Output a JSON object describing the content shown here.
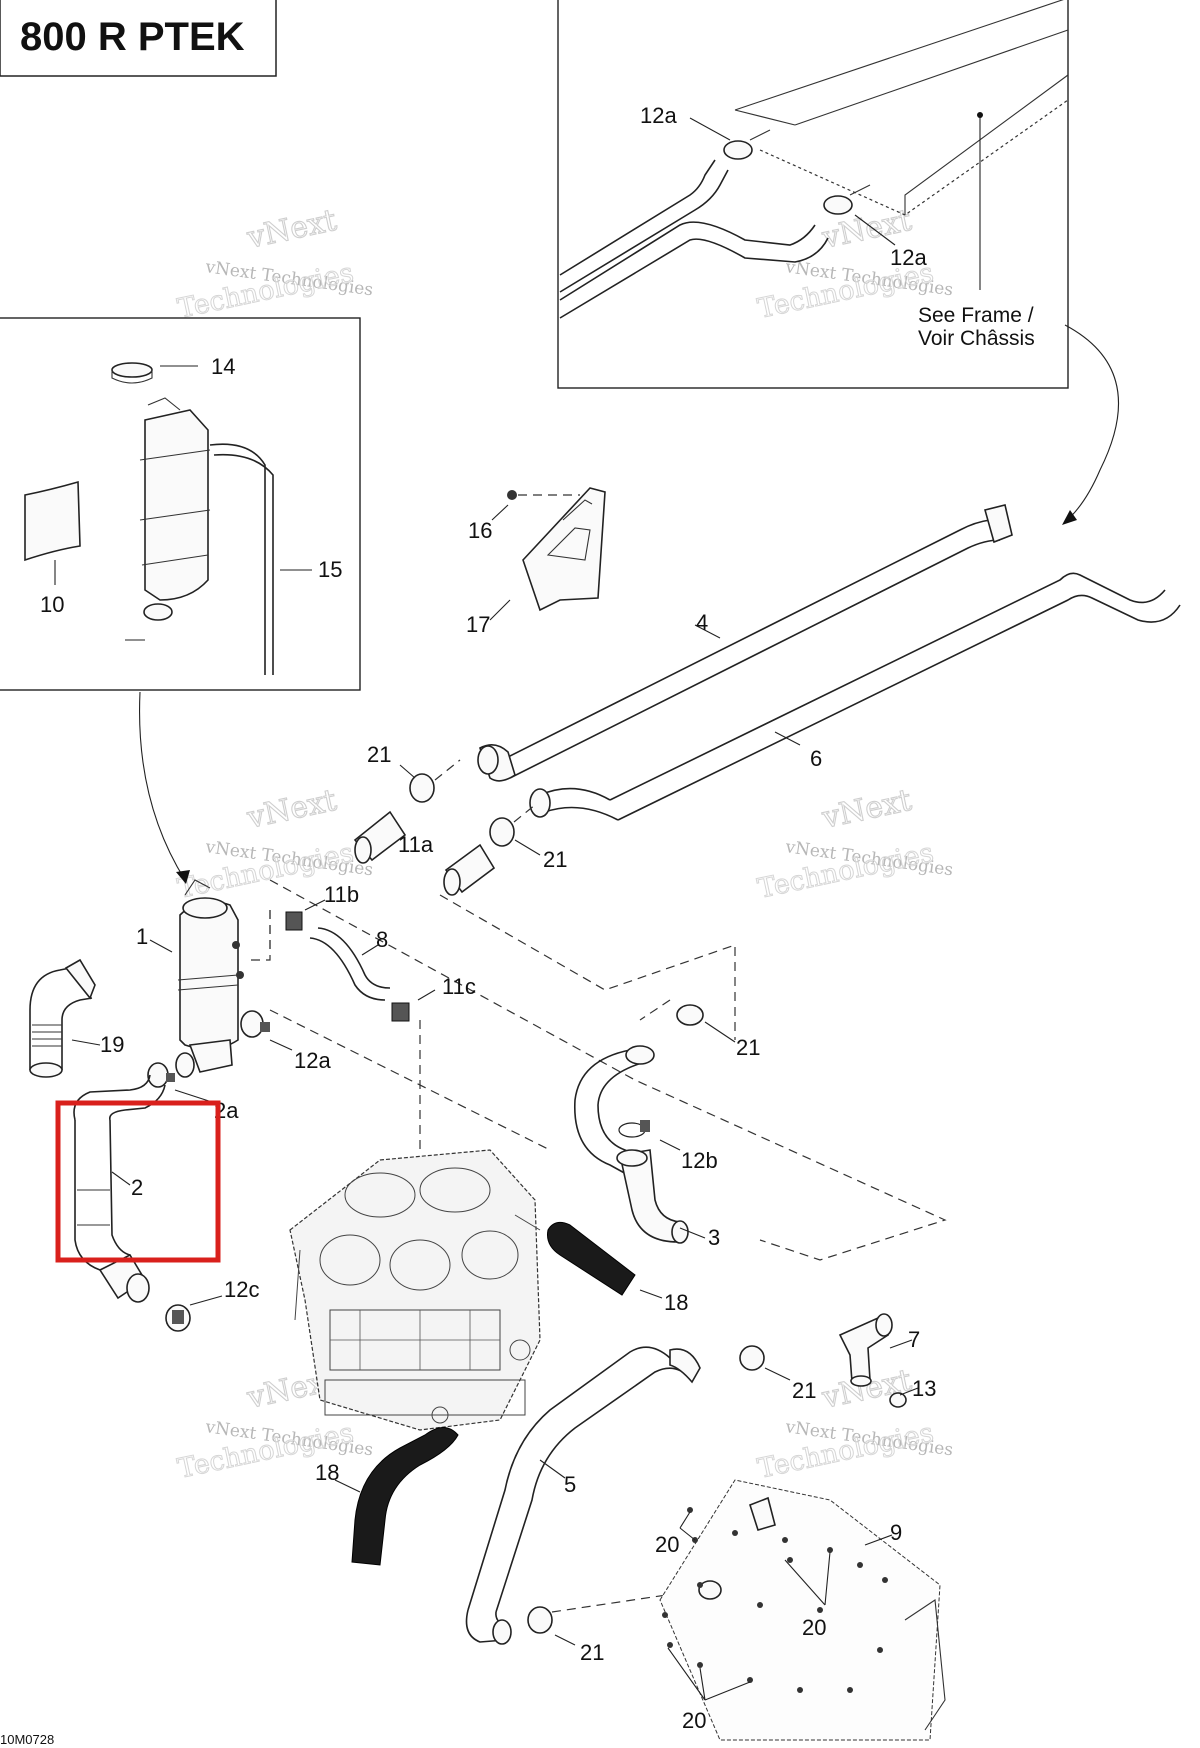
{
  "title": "800 R PTEK",
  "image_code": "10M0728",
  "frame_note": {
    "line1": "See Frame /",
    "line2": "Voir Châssis"
  },
  "watermark": {
    "line1": "vNext",
    "line2": "vNext Technologies",
    "line3": "Technologies"
  },
  "callouts": {
    "c1": "1",
    "c2": "2",
    "c3": "3",
    "c4": "4",
    "c5": "5",
    "c6": "6",
    "c7": "7",
    "c8": "8",
    "c9": "9",
    "c10": "10",
    "c11a": "11a",
    "c11b": "11b",
    "c11c": "11c",
    "c12a_top1": "12a",
    "c12a_top2": "12a",
    "c12a_mid": "12a",
    "c12a_low": "2a",
    "c12b": "12b",
    "c12c": "12c",
    "c13": "13",
    "c14": "14",
    "c15": "15",
    "c16": "16",
    "c17": "17",
    "c18a": "18",
    "c18b": "18",
    "c19": "19",
    "c20a": "20",
    "c20b": "20",
    "c20c": "20",
    "c21a": "21",
    "c21b": "21",
    "c21c": "21",
    "c21d": "21",
    "c21e": "21"
  },
  "highlight_color": "#d9201c"
}
